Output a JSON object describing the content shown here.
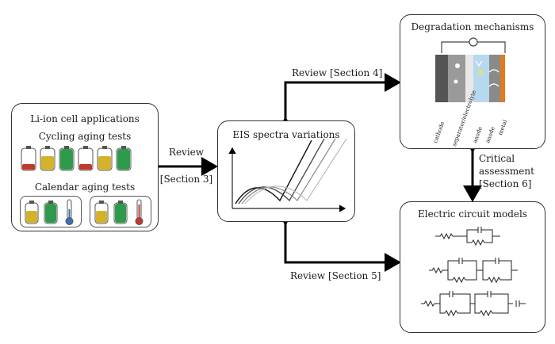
{
  "boxes": {
    "applications": {
      "title": "Li-ion cell applications",
      "cycling_title": "Cycling aging tests",
      "calendar_title": "Calendar aging tests"
    },
    "eis": {
      "title": "EIS spectra variations"
    },
    "degradation": {
      "title": "Degradation mechanisms",
      "layers": [
        "cathode",
        "separator/electrolyte",
        "anode",
        "anode",
        "metal"
      ]
    },
    "circuits": {
      "title": "Electric circuit models"
    }
  },
  "arrows": {
    "review_section3": {
      "line1": "Review",
      "line2": "[Section 3]"
    },
    "review_section4": {
      "text": "Review [Section 4]"
    },
    "review_section5": {
      "text": "Review [Section 5]"
    },
    "critical_section6": {
      "line1": "Critical",
      "line2": "assessment",
      "line3": "[Section 6]"
    }
  },
  "colors": {
    "red": "#c0392b",
    "yellow": "#d4b32a",
    "green": "#2e9a4c",
    "blue": "#3a6fb5",
    "orange": "#e07b1f"
  }
}
